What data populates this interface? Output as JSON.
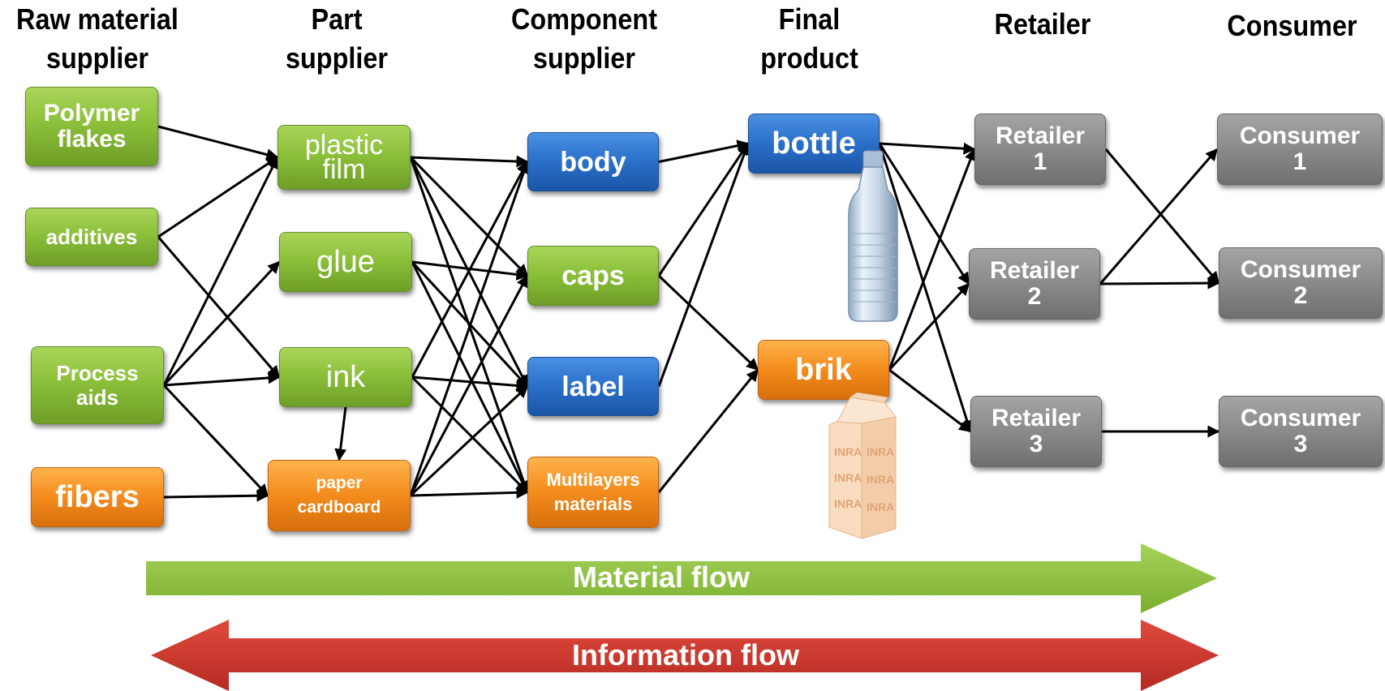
{
  "columns": [
    {
      "key": "raw",
      "title": "Raw material\nsupplier"
    },
    {
      "key": "part",
      "title": "Part\nsupplier"
    },
    {
      "key": "component",
      "title": "Component\nsupplier"
    },
    {
      "key": "final",
      "title": "Final\nproduct"
    },
    {
      "key": "retailer",
      "title": "Retailer"
    },
    {
      "key": "consumer",
      "title": "Consumer"
    }
  ],
  "nodes": {
    "polymer": "Polymer\nflakes",
    "additives": "additives",
    "process": "Process\naids",
    "fibers": "fibers",
    "plastic": "plastic\nfilm",
    "glue": "glue",
    "ink": "ink",
    "paper": "paper\ncardboard",
    "body": "body",
    "caps": "caps",
    "label": "label",
    "multi": "Multilayers\nmaterials",
    "bottle": "bottle",
    "brik": "brik",
    "r1": "Retailer\n1",
    "r2": "Retailer\n2",
    "r3": "Retailer\n3",
    "c1": "Consumer\n1",
    "c2": "Consumer\n2",
    "c3": "Consumer\n3"
  },
  "carton_text": "INRA",
  "flows": {
    "material": "Material flow",
    "information": "Information flow"
  },
  "colors": {
    "green": "#8cc03a",
    "blue": "#2a6fc9",
    "orange": "#f38b1c",
    "gray": "#8a8a8a",
    "material_arrow": "#8cc03a",
    "information_arrow": "#c9332c"
  },
  "edges": [
    [
      "polymer",
      "plastic"
    ],
    [
      "additives",
      "plastic"
    ],
    [
      "additives",
      "ink"
    ],
    [
      "process",
      "plastic"
    ],
    [
      "process",
      "glue"
    ],
    [
      "process",
      "ink"
    ],
    [
      "process",
      "paper"
    ],
    [
      "fibers",
      "paper"
    ],
    [
      "ink",
      "paper"
    ],
    [
      "plastic",
      "body"
    ],
    [
      "plastic",
      "caps"
    ],
    [
      "plastic",
      "label"
    ],
    [
      "plastic",
      "multi"
    ],
    [
      "glue",
      "caps"
    ],
    [
      "glue",
      "label"
    ],
    [
      "glue",
      "multi"
    ],
    [
      "ink",
      "body"
    ],
    [
      "ink",
      "label"
    ],
    [
      "ink",
      "multi"
    ],
    [
      "paper",
      "body"
    ],
    [
      "paper",
      "caps"
    ],
    [
      "paper",
      "label"
    ],
    [
      "paper",
      "multi"
    ],
    [
      "body",
      "bottle"
    ],
    [
      "caps",
      "bottle"
    ],
    [
      "caps",
      "brik"
    ],
    [
      "label",
      "bottle"
    ],
    [
      "multi",
      "brik"
    ],
    [
      "bottle",
      "r1"
    ],
    [
      "bottle",
      "r2"
    ],
    [
      "bottle",
      "r3"
    ],
    [
      "brik",
      "r1"
    ],
    [
      "brik",
      "r2"
    ],
    [
      "brik",
      "r3"
    ],
    [
      "r1",
      "c2"
    ],
    [
      "r2",
      "c1"
    ],
    [
      "r2",
      "c2"
    ],
    [
      "r3",
      "c3"
    ]
  ]
}
